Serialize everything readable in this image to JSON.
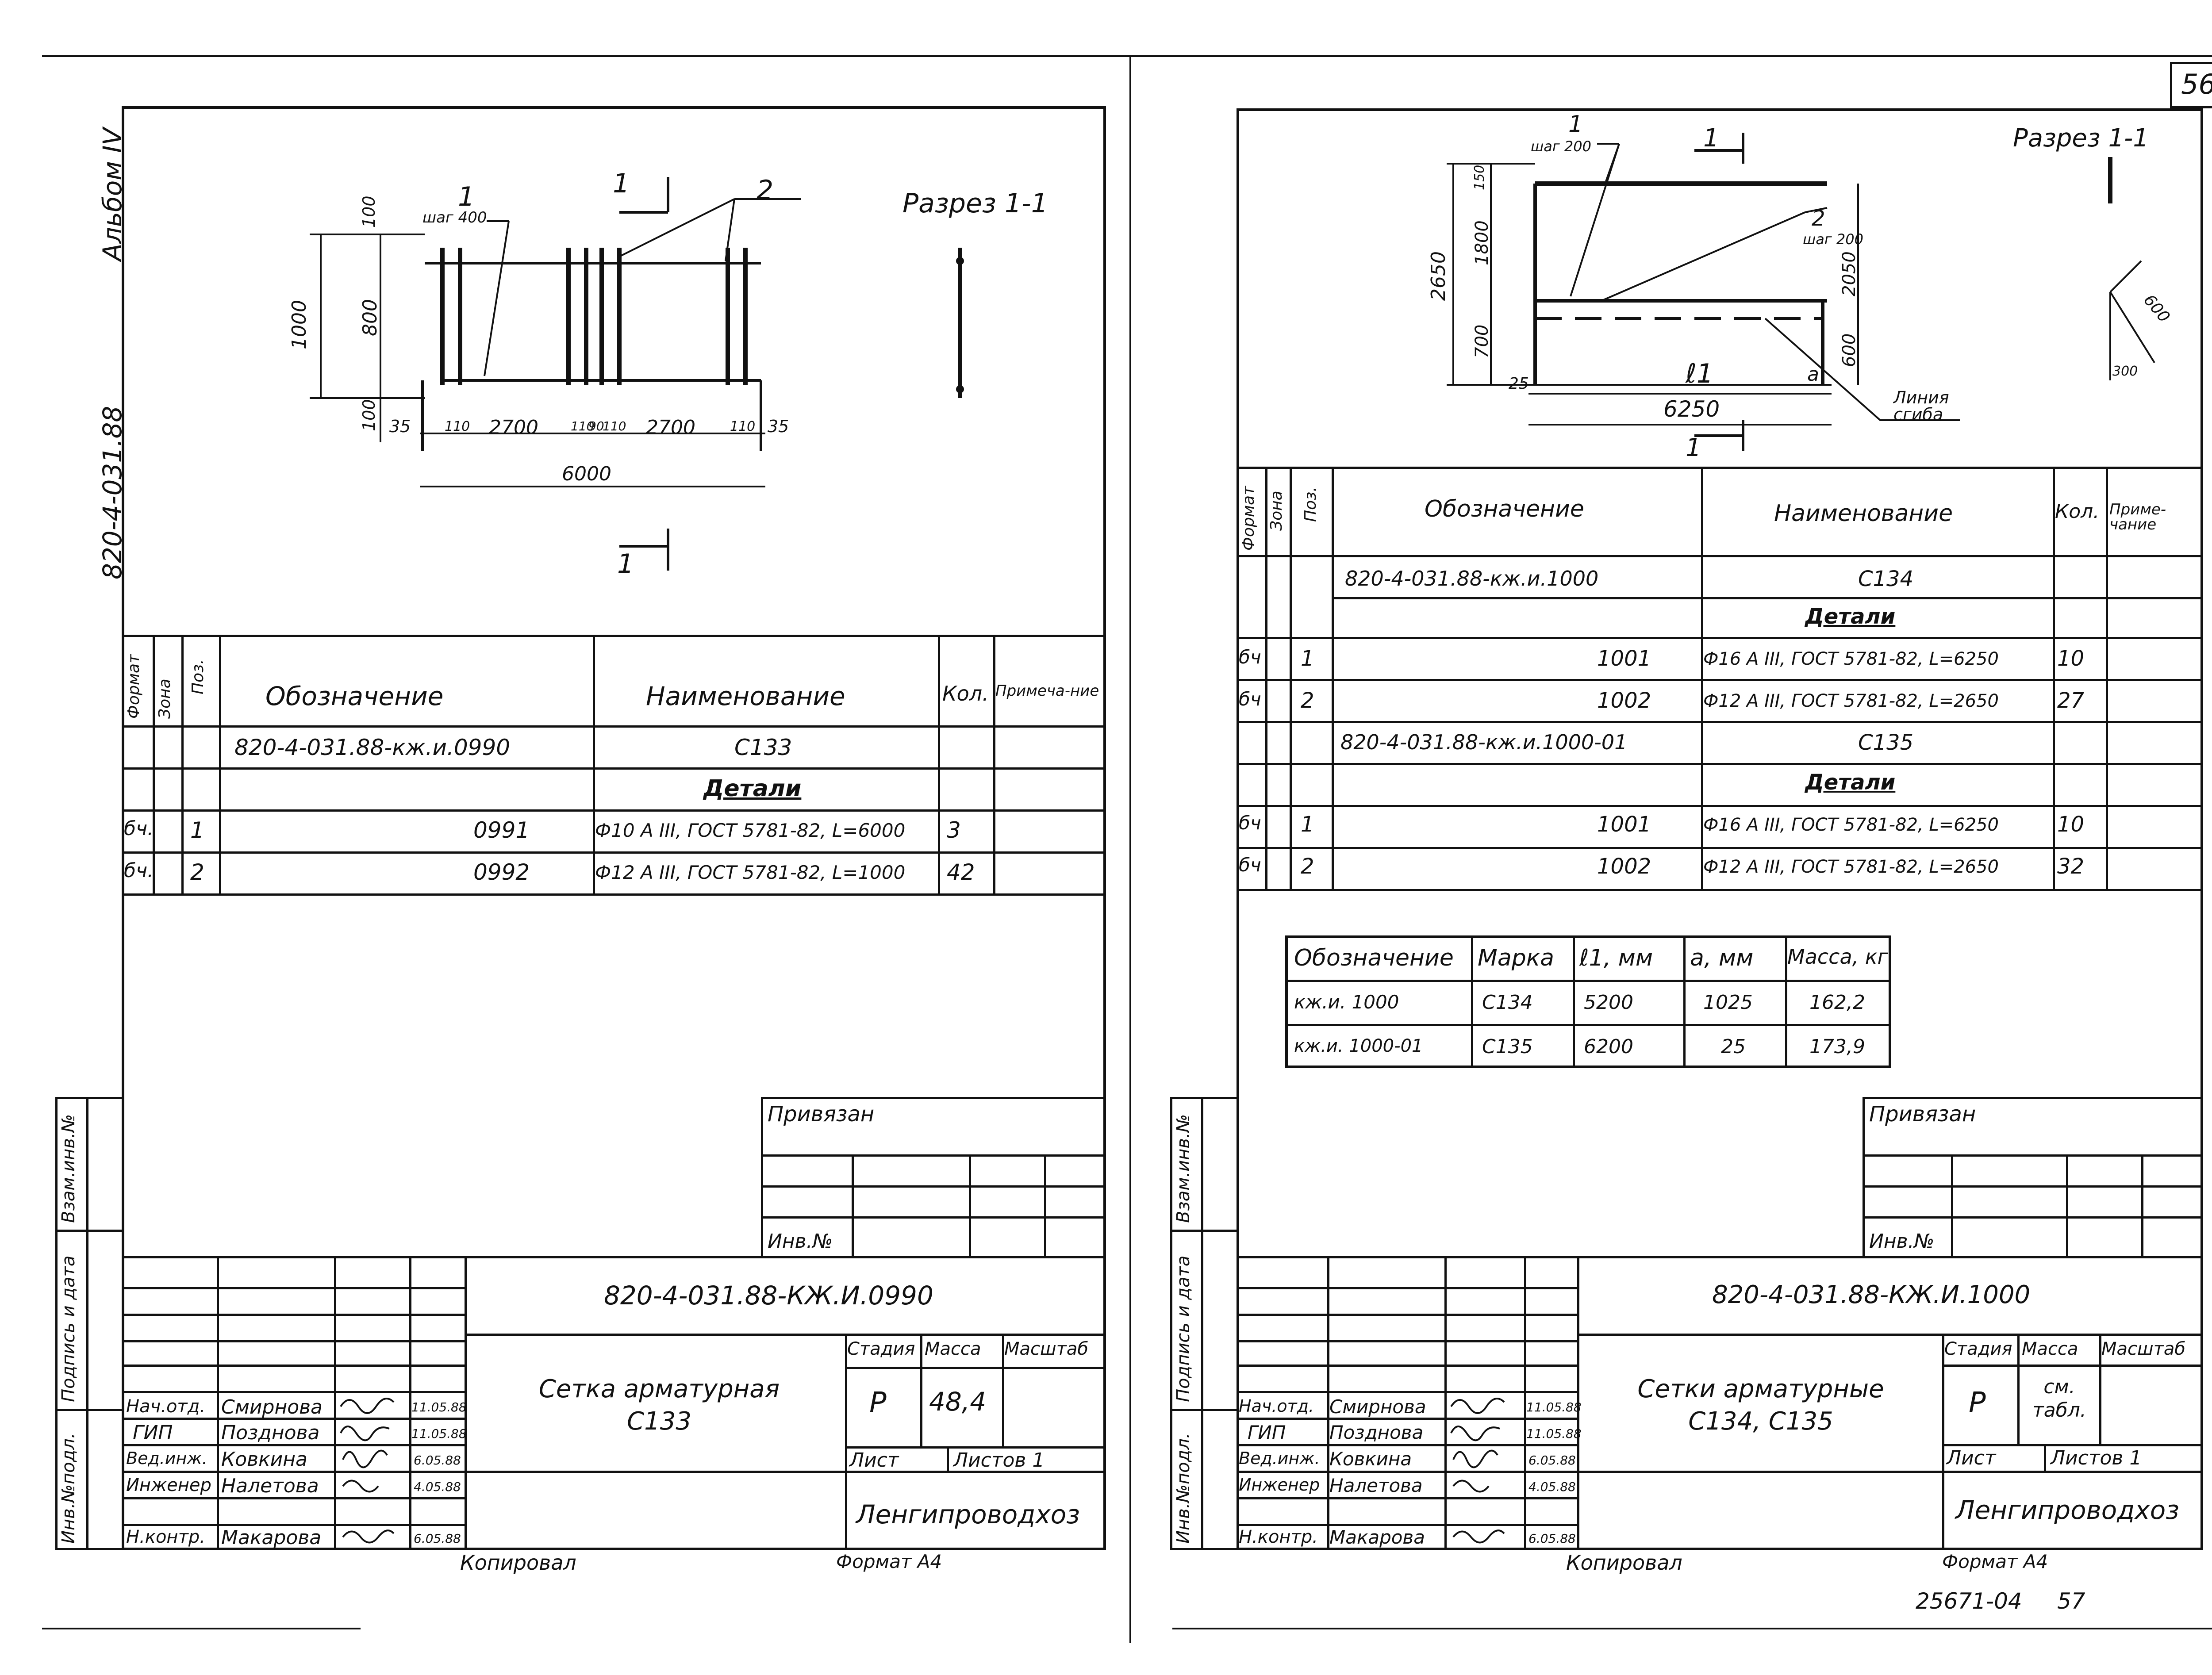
{
  "page_number": "56",
  "album": "Альбом IV",
  "series_code": "820-4-031.88",
  "left_sheet": {
    "section_title": "Разрез 1-1",
    "drawing": {
      "pos1": "1",
      "step1": "шаг 400",
      "pos2": "2",
      "cut1_top": "1",
      "cut1_bottom": "1",
      "dim_1000": "1000",
      "dim_100a": "100",
      "dim_800": "800",
      "dim_100b": "100",
      "dim_35a": "35",
      "dim_110a": "110",
      "dim_2700a": "2700",
      "dim_110b": "110",
      "dim_90": "90",
      "dim_110c": "110",
      "dim_2700b": "2700",
      "dim_110d": "110",
      "dim_35b": "35",
      "dim_6000": "6000"
    },
    "spec": {
      "headers": {
        "format": "Формат",
        "zone": "Зона",
        "pos": "Поз.",
        "designation": "Обозначение",
        "name": "Наименование",
        "qty": "Кол.",
        "note": "Примеча-ние"
      },
      "rows": [
        {
          "format": "",
          "pos": "",
          "designation": "820-4-031.88-кж.и.0990",
          "name": "С133",
          "qty": ""
        },
        {
          "format": "",
          "pos": "",
          "designation": "",
          "name": "Детали",
          "qty": ""
        },
        {
          "format": "бч.",
          "pos": "1",
          "designation": "0991",
          "name": "Ф10 А III, ГОСТ 5781-82, L=6000",
          "qty": "3"
        },
        {
          "format": "бч.",
          "pos": "2",
          "designation": "0992",
          "name": "Ф12 А III, ГОСТ 5781-82, L=1000",
          "qty": "42"
        }
      ]
    },
    "privyazan": "Привязан",
    "inv_no": "Инв.№",
    "doc_code": "820-4-031.88-КЖ.И.0990",
    "title": "Сетка арматурная С133",
    "stage_label": "Стадия",
    "mass_label": "Масса",
    "scale_label": "Масштаб",
    "stage": "Р",
    "mass": "48,4",
    "sheet_label": "Лист",
    "sheets_label": "Листов 1",
    "org": "Ленгипроводхоз",
    "signers": [
      {
        "role": "Нач.отд.",
        "name": "Смирнова",
        "date": "11.05.88"
      },
      {
        "role": "ГИП",
        "name": "Позднова",
        "date": "11.05.88"
      },
      {
        "role": "Вед.инж.",
        "name": "Ковкина",
        "date": "6.05.88"
      },
      {
        "role": "Инженер",
        "name": "Налетова",
        "date": "4.05.88"
      },
      {
        "role": "Н.контр.",
        "name": "Макарова",
        "date": "6.05.88"
      }
    ],
    "side_stamps": [
      "Инв.№подл.",
      "Подпись и дата",
      "Взам.инв.№"
    ],
    "copied": "Копировал",
    "format": "Формат А4"
  },
  "right_sheet": {
    "section_title": "Разрез 1-1",
    "drawing": {
      "pos1": "1",
      "step1": "шаг 200",
      "pos2": "2",
      "step2": "шаг 200",
      "cut_top": "1",
      "cut_bottom": "1",
      "dim_2650": "2650",
      "dim_150": "150",
      "dim_1800": "1800",
      "dim_700": "700",
      "dim_2050": "2050",
      "dim_600": "600",
      "dim_25": "25",
      "l1": "ℓ1",
      "a": "a",
      "dim_6250": "6250",
      "cut_line": "Линия сгиба",
      "sec_600": "600",
      "sec_300": "300"
    },
    "spec": {
      "headers": {
        "format": "Формат",
        "zone": "Зона",
        "pos": "Поз.",
        "designation": "Обозначение",
        "name": "Наименование",
        "qty": "Кол.",
        "note": "Приме-чание"
      },
      "rows": [
        {
          "format": "",
          "pos": "",
          "designation": "820-4-031.88-кж.и.1000",
          "name": "С134",
          "qty": ""
        },
        {
          "format": "",
          "pos": "",
          "designation": "",
          "name": "Детали",
          "qty": ""
        },
        {
          "format": "бч",
          "pos": "1",
          "designation": "1001",
          "name": "Ф16 А III, ГОСТ 5781-82, L=6250",
          "qty": "10"
        },
        {
          "format": "бч",
          "pos": "2",
          "designation": "1002",
          "name": "Ф12 А III, ГОСТ 5781-82, L=2650",
          "qty": "27"
        },
        {
          "format": "",
          "pos": "",
          "designation": "820-4-031.88-кж.и.1000-01",
          "name": "С135",
          "qty": ""
        },
        {
          "format": "",
          "pos": "",
          "designation": "",
          "name": "Детали",
          "qty": ""
        },
        {
          "format": "бч",
          "pos": "1",
          "designation": "1001",
          "name": "Ф16 А III, ГОСТ 5781-82, L=6250",
          "qty": "10"
        },
        {
          "format": "бч",
          "pos": "2",
          "designation": "1002",
          "name": "Ф12 А III, ГОСТ 5781-82, L=2650",
          "qty": "32"
        }
      ]
    },
    "var_table": {
      "headers": [
        "Обозначение",
        "Марка",
        "ℓ1, мм",
        "а, мм",
        "Масса, кг"
      ],
      "rows": [
        [
          "кж.и. 1000",
          "С134",
          "5200",
          "1025",
          "162,2"
        ],
        [
          "кж.и. 1000-01",
          "С135",
          "6200",
          "25",
          "173,9"
        ]
      ]
    },
    "privyazan": "Привязан",
    "inv_no": "Инв.№",
    "doc_code": "820-4-031.88-КЖ.И.1000",
    "title": "Сетки арматурные С134, С135",
    "stage_label": "Стадия",
    "mass_label": "Масса",
    "scale_label": "Масштаб",
    "stage": "Р",
    "mass": "см. табл.",
    "sheet_label": "Лист",
    "sheets_label": "Листов 1",
    "org": "Ленгипроводхоз",
    "signers": [
      {
        "role": "Нач.отд.",
        "name": "Смирнова",
        "date": "11.05.88"
      },
      {
        "role": "ГИП",
        "name": "Позднова",
        "date": "11.05.88"
      },
      {
        "role": "Вед.инж.",
        "name": "Ковкина",
        "date": "6.05.88"
      },
      {
        "role": "Инженер",
        "name": "Налетова",
        "date": "4.05.88"
      },
      {
        "role": "Н.контр.",
        "name": "Макарова",
        "date": "6.05.88"
      }
    ],
    "side_stamps": [
      "Инв.№подл.",
      "Подпись и дата",
      "Взам.инв.№"
    ],
    "copied": "Копировал",
    "format": "Формат А4",
    "bottom_note": "25671-04",
    "bottom_page": "57"
  }
}
